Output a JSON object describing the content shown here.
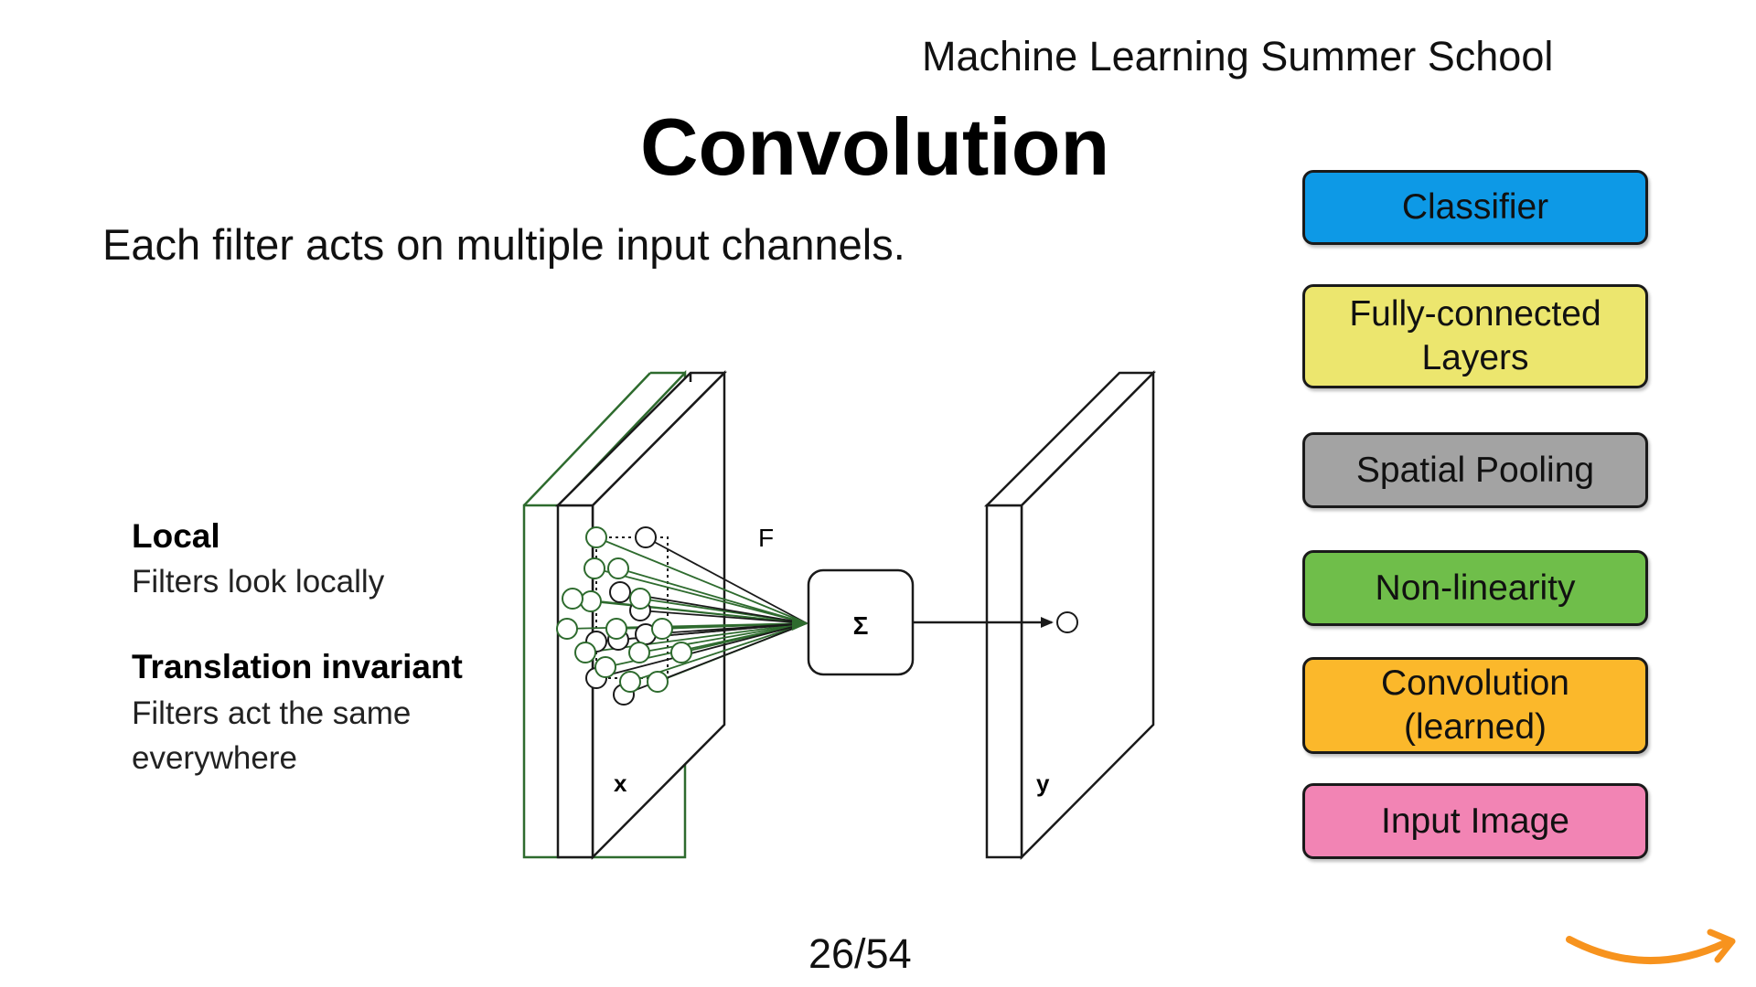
{
  "header": {
    "organization": "Machine Learning Summer School",
    "title": "Convolution",
    "subtitle": "Each filter acts on multiple input channels."
  },
  "properties": [
    {
      "title": "Local",
      "description": "Filters look locally"
    },
    {
      "title": "Translation invariant",
      "description": "Filters act the same everywhere"
    }
  ],
  "diagram": {
    "input_label": "x",
    "output_label": "y",
    "filter_label": "F",
    "sum_symbol": "Σ",
    "colors": {
      "front_channel": "#2e6b2e",
      "connection_lines": "#2e6b2e",
      "outline": "#1a1a1a"
    }
  },
  "layer_stack": [
    {
      "label": "Classifier",
      "color": "#0d99e6"
    },
    {
      "label": "Fully-connected\nLayers",
      "color": "#ece66e"
    },
    {
      "label": "Spatial Pooling",
      "color": "#a3a3a3"
    },
    {
      "label": "Non-linearity",
      "color": "#6fbe4a"
    },
    {
      "label": "Convolution\n(learned)",
      "color": "#fbb82b"
    },
    {
      "label": "Input Image",
      "color": "#f284b4"
    }
  ],
  "footer": {
    "page_number": "26/54",
    "logo_icon": "amazon-smile-icon",
    "logo_color": "#f7931e"
  }
}
